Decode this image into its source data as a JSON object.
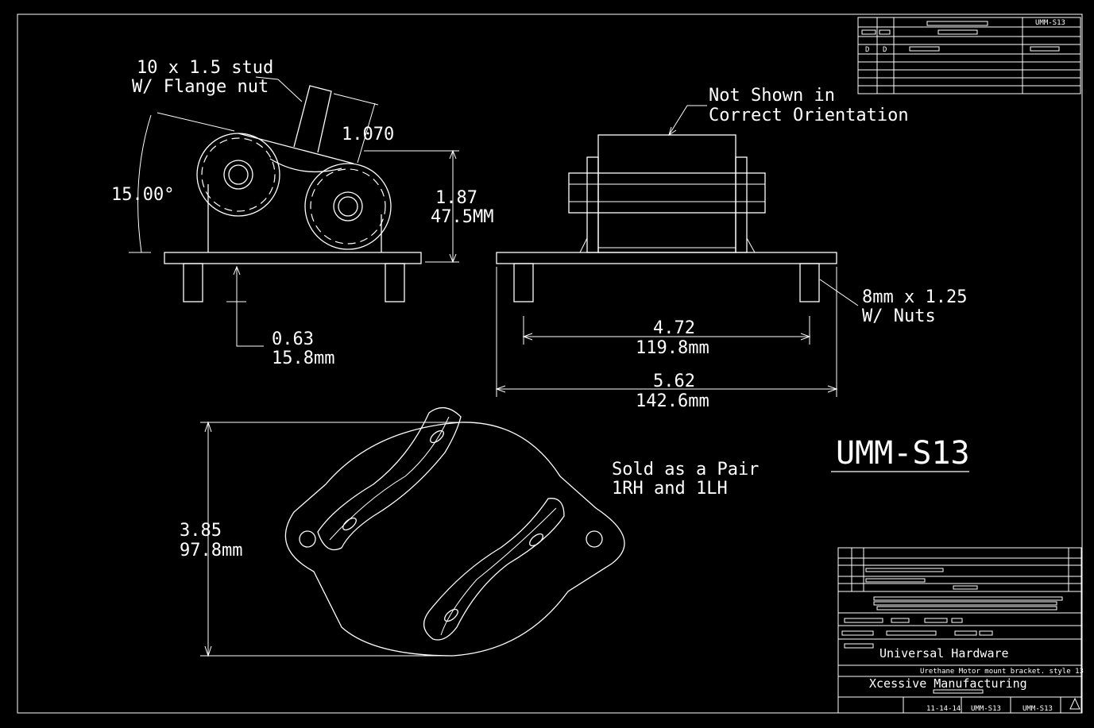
{
  "drawing": {
    "part_number": "UMM-S13",
    "part_number_header": "UMM-S13"
  },
  "notes": {
    "stud_line1": "10 x 1.5 stud",
    "stud_line2": "W/ Flange nut",
    "orientation_line1": "Not Shown in",
    "orientation_line2": "Correct Orientation",
    "nuts_line1": "8mm x 1.25",
    "nuts_line2": "W/ Nuts",
    "pair_line1": "Sold as a Pair",
    "pair_line2": "1RH and 1LH"
  },
  "dimensions": {
    "angle": "15.00°",
    "offset": "1.070",
    "height_in": "1.87",
    "height_mm": "47.5MM",
    "stud_in": "0.63",
    "stud_mm": "15.8mm",
    "stud_spacing_in": "4.72",
    "stud_spacing_mm": "119.8mm",
    "overall_in": "5.62",
    "overall_mm": "142.6mm",
    "plate_in": "3.85",
    "plate_mm": "97.8mm"
  },
  "title_block": {
    "company": "Universal Hardware",
    "description": "Urethane Motor mount bracket. style 13",
    "manufacturer": "Xcessive Manufacturing",
    "date": "11-14-14",
    "drawing_no": "UMM-S13",
    "sheet_no": "UMM-S13",
    "rev_marks": [
      "D",
      "D"
    ]
  },
  "colors": {
    "background": "#000000",
    "lines": "#ffffff"
  }
}
